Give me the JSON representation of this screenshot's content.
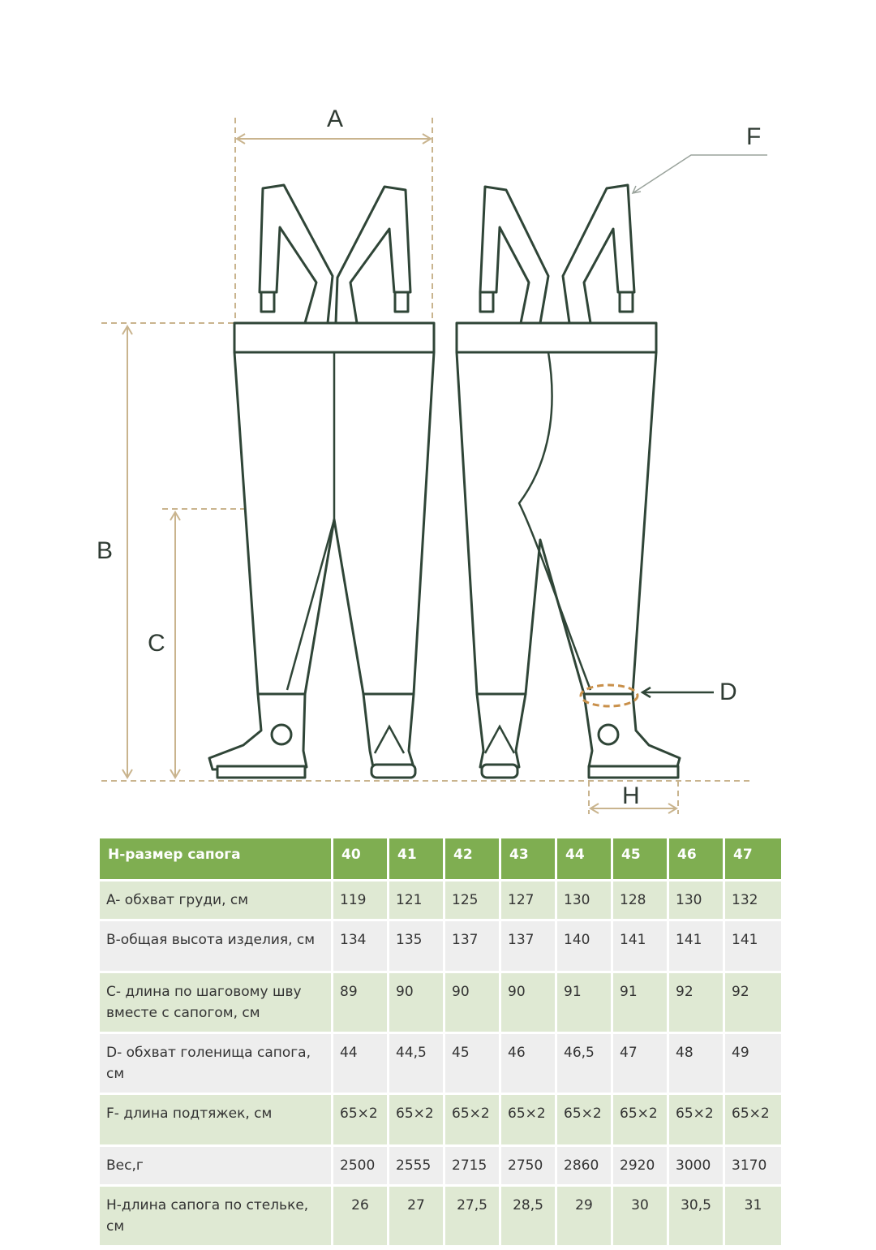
{
  "labels": {
    "a": "A",
    "b": "B",
    "c": "C",
    "d": "D",
    "f": "F",
    "h": "H"
  },
  "colors": {
    "line": "#2f4537",
    "dimension": "#c9b48e",
    "header": "#7fae51",
    "row_odd": "#dfe9d3",
    "row_even": "#eeeeee"
  },
  "table": {
    "header_label": "H-размер сапога",
    "sizes": [
      "40",
      "41",
      "42",
      "43",
      "44",
      "45",
      "46",
      "47"
    ],
    "rows": [
      {
        "label": "A- обхват груди, см",
        "values": [
          "119",
          "121",
          "125",
          "127",
          "130",
          "128",
          "130",
          "132"
        ]
      },
      {
        "label": "B-общая высота изделия, см",
        "values": [
          "134",
          "135",
          "137",
          "137",
          "140",
          "141",
          "141",
          "141"
        ]
      },
      {
        "label": "C- длина по шаговому шву вместе с сапогом, см",
        "values": [
          "89",
          "90",
          "90",
          "90",
          "91",
          "91",
          "92",
          "92"
        ]
      },
      {
        "label": "D- обхват голенища сапога, см",
        "values": [
          "44",
          "44,5",
          "45",
          "46",
          "46,5",
          "47",
          "48",
          "49"
        ]
      },
      {
        "label": "F- длина подтяжек, см",
        "values": [
          "65×2",
          "65×2",
          "65×2",
          "65×2",
          "65×2",
          "65×2",
          "65×2",
          "65×2"
        ]
      },
      {
        "label": "Вес,г",
        "values": [
          "2500",
          "2555",
          "2715",
          "2750",
          "2860",
          "2920",
          "3000",
          "3170"
        ]
      },
      {
        "label": "H-длина сапога по стельке, см",
        "values": [
          "26",
          "27",
          "27,5",
          "28,5",
          "29",
          "30",
          "30,5",
          "31"
        ]
      }
    ]
  }
}
